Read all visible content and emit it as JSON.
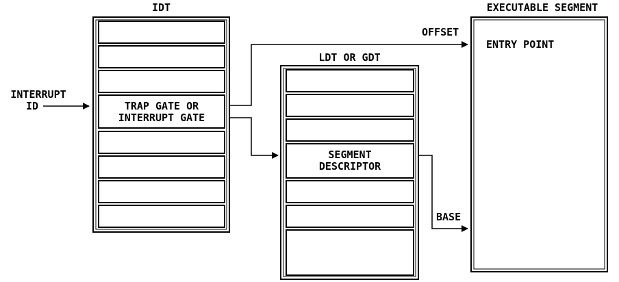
{
  "idt": {
    "title": "IDT",
    "gate_line1": "TRAP GATE OR",
    "gate_line2": "INTERRUPT GATE"
  },
  "input": {
    "line1": "INTERRUPT",
    "line2": "ID"
  },
  "ldt": {
    "title": "LDT OR GDT",
    "descriptor_line1": "SEGMENT",
    "descriptor_line2": "DESCRIPTOR"
  },
  "segment": {
    "title": "EXECUTABLE SEGMENT",
    "entry_point": "ENTRY POINT"
  },
  "arrows": {
    "offset_label": "OFFSET",
    "base_label": "BASE"
  }
}
